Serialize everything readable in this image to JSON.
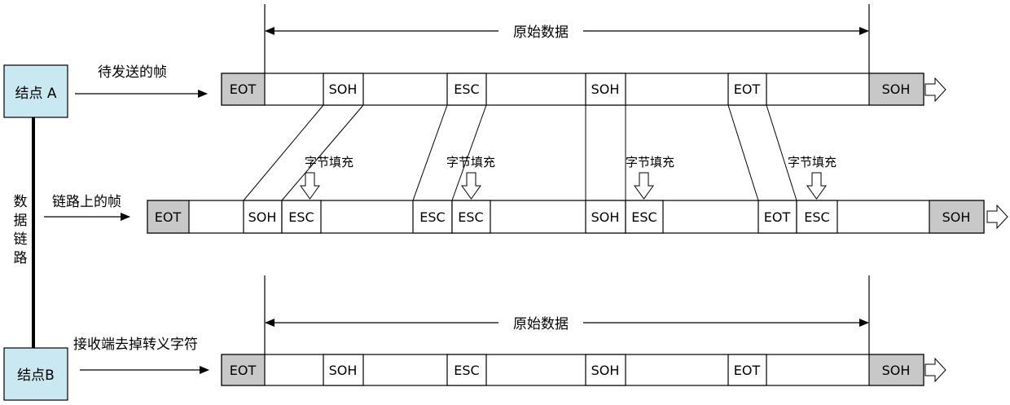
{
  "nodes": {
    "node_a": "结点 A",
    "node_b": "结点B"
  },
  "link": {
    "chars": [
      "数",
      "据",
      "链",
      "路"
    ]
  },
  "labels": {
    "frame_to_send": "待发送的帧",
    "frame_on_link": "链路上的帧",
    "receiver_removes_escape": "接收端去掉转义字符",
    "original_data_top": "原始数据",
    "original_data_bottom": "原始数据",
    "byte_stuffing": [
      "字节填充",
      "字节填充",
      "字节填充",
      "字节填充"
    ]
  },
  "frames": {
    "top": {
      "start_flag": "EOT",
      "data_chars": [
        "SOH",
        "ESC",
        "SOH",
        "EOT"
      ],
      "end_flag": "SOH"
    },
    "middle": {
      "start_flag": "EOT",
      "data_chars": [
        "SOH",
        "ESC",
        "ESC",
        "ESC",
        "SOH",
        "ESC",
        "EOT",
        "ESC"
      ],
      "end_flag": "SOH"
    },
    "bottom": {
      "start_flag": "EOT",
      "data_chars": [
        "SOH",
        "ESC",
        "SOH",
        "EOT"
      ],
      "end_flag": "SOH"
    }
  },
  "colors": {
    "flag_fill": "#c8c8c8",
    "node_fill": "#c9e8f2",
    "link_line": "#000000"
  }
}
